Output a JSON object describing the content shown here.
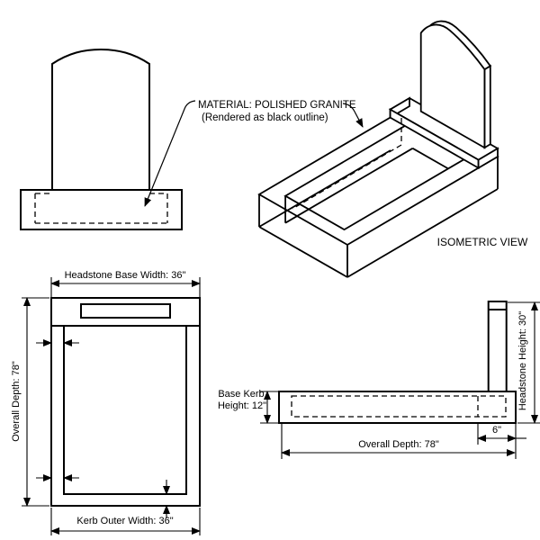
{
  "colors": {
    "line": "#000000",
    "background": "#ffffff"
  },
  "material_note": {
    "line1": "MATERIAL: POLISHED GRANITE",
    "line2": "(Rendered as black outline)"
  },
  "isometric_view": {
    "label": "ISOMETRIC VIEW"
  },
  "plan_view": {
    "headstone_base_width_label": "Headstone Base Width: 36\"",
    "overall_depth_label": "Overall Depth: 78\"",
    "kerb_outer_width_label": "Kerb Outer Width: 36\""
  },
  "side_view": {
    "base_kerb_height_label_line1": "Base Kerb",
    "base_kerb_height_label_line2": "Height: 12\"",
    "headstone_height_label": "Headstone Height: 30\"",
    "kerb_end_width_label": "6\"",
    "overall_depth_label": "Overall Depth: 78\""
  },
  "dimensions": {
    "headstone_base_width_in": 36,
    "kerb_outer_width_in": 36,
    "overall_depth_in": 78,
    "base_kerb_height_in": 12,
    "headstone_height_in": 30,
    "kerb_end_width_in": 6
  }
}
